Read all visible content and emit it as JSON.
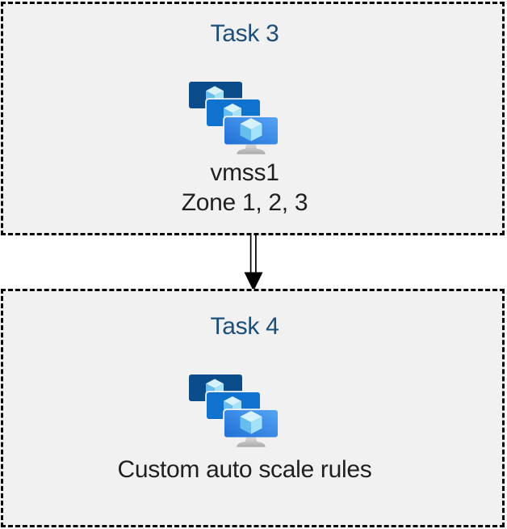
{
  "diagram": {
    "type": "task-flow",
    "background": "#ffffff",
    "tasks": [
      {
        "title": "Task 3",
        "icon": "virtual-machine-scale-set-icon",
        "labels": [
          "vmss1",
          "Zone 1, 2, 3"
        ]
      },
      {
        "title": "Task 4",
        "icon": "virtual-machine-scale-set-icon",
        "labels": [
          "Custom auto scale rules"
        ]
      }
    ],
    "connector": {
      "style": "double-line-arrow",
      "direction": "down",
      "from": "Task 3",
      "to": "Task 4"
    },
    "colors": {
      "box_fill": "#f1f1f1",
      "box_border": "#000000",
      "title_text": "#1d4e79",
      "body_text": "#1f1f1f",
      "arrow": "#000000",
      "monitor_back": "#0b4c8a",
      "monitor_middle": "#0e72ce",
      "monitor_front_gradient_start": "#55a4f4",
      "monitor_front_gradient_end": "#2070d6",
      "cube_top": "#d7f2fc",
      "cube_left": "#66bdee",
      "cube_right": "#a3e2f8",
      "stand_gradient_start": "#e9e9e9",
      "stand_gradient_end": "#a9a9a9"
    }
  }
}
